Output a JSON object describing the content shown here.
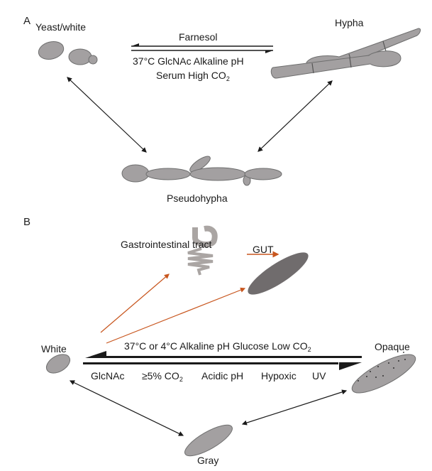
{
  "panels": {
    "a": {
      "letter": "A",
      "nodes": {
        "yeast": "Yeast/white",
        "hypha": "Hypha",
        "pseudohypha": "Pseudohypha"
      },
      "conditions": {
        "reverse": "Farnesol",
        "forward_line1": "37°C  GlcNAc  Alkaline pH",
        "forward_line2_prefix": "Serum  High CO",
        "forward_line2_sub": "2"
      }
    },
    "b": {
      "letter": "B",
      "nodes": {
        "gi": "Gastrointestinal tract",
        "gut": "GUT",
        "white": "White",
        "opaque": "Opaque",
        "gray": "Gray"
      },
      "conditions": {
        "top_prefix": "37°C or 4°C  Alkaline pH  Glucose  Low CO",
        "top_sub": "2",
        "bottom": [
          {
            "text": "GlcNAc"
          },
          {
            "text": "≥5% CO",
            "sub": "2"
          },
          {
            "text": "Acidic pH"
          },
          {
            "text": "Hypoxic"
          },
          {
            "text": "UV"
          }
        ]
      }
    }
  },
  "colors": {
    "cell_fill": "#a3a0a1",
    "cell_stroke": "#6e6e6e",
    "gut_fill": "#706c6d",
    "orange_arrow": "#c8561e",
    "black_arrow": "#1a1a1a",
    "gi_icon": "#aaa5a3"
  }
}
